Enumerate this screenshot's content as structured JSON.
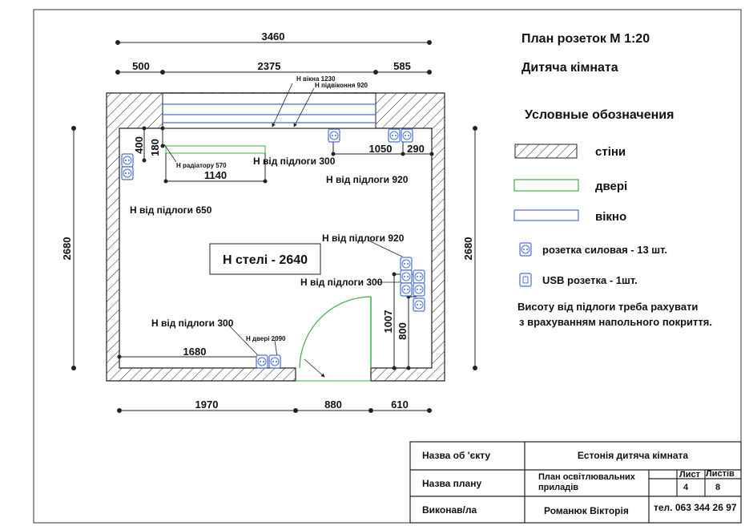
{
  "header": {
    "title": "План розеток М 1:20",
    "room": "Дитяча кімната"
  },
  "dimensions": {
    "top_total": "3460",
    "top_left": "500",
    "top_middle": "2375",
    "top_right": "585",
    "left_height": "2680",
    "right_height": "2680",
    "bottom_left": "1970",
    "bottom_door": "880",
    "bottom_right": "610",
    "radiator_width": "1140",
    "radiator_offset_400": "400",
    "radiator_offset_180": "180",
    "top_right_1050": "1050",
    "top_right_290": "290",
    "bottom_wall_1680": "1680",
    "right_wall_1007": "1007",
    "right_wall_800": "800"
  },
  "notes": {
    "window_height": "Н вікна 1230",
    "sill_height": "Н підвіконня 920",
    "radiator_height": "Н радіатору 570",
    "floor_300_top": "Н від підлоги 300",
    "floor_920_top": "Н від підлоги  920",
    "floor_650": "Н від підлоги 650",
    "floor_920_right": "Н від підлоги 920",
    "floor_300_right": "Н від підлоги 300",
    "floor_300_bottom": "Н від підлоги 300",
    "door_height": "Н двері 2090",
    "ceiling": "Н стелі - 2640"
  },
  "legend": {
    "title": "Условные обозначения",
    "walls": "стіни",
    "doors": "двері",
    "window": "вікно",
    "power_socket": "розетка силовая - 13 шт.",
    "usb_socket": "USB розетка - 1шт.",
    "remark_line1": "Висоту від підлоги треба рахувати",
    "remark_line2": "з врахуванням  напольного покриття."
  },
  "title_block": {
    "object_label": "Назва об 'єкту",
    "object_value": "Естонія дитяча кімната",
    "plan_label": "Назва плану",
    "plan_value_line1": "План освітлювальних",
    "plan_value_line2": "приладів",
    "sheet_label": "Лист",
    "sheets_label": "Листів",
    "sheet_value": "4",
    "sheets_value": "8",
    "author_label": "Виконав/ла",
    "author_value": "Романюк Вікторія",
    "phone": "тел. 063 344 26 97"
  },
  "colors": {
    "wall_line": "#222222",
    "door": "#3cb043",
    "window": "#4a6fd8",
    "socket": "#4a6fd8"
  }
}
